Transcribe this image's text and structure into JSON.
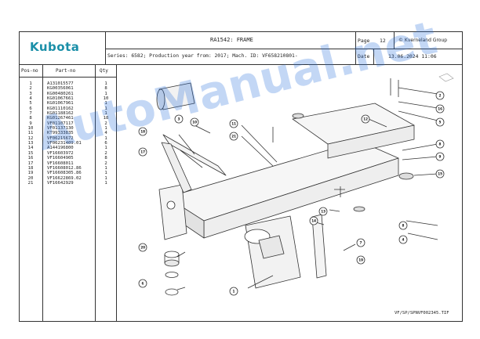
{
  "brand": "Kubota",
  "header": {
    "title": "RA1542: FRAME",
    "page_label": "Page",
    "page_number": "12",
    "copyright": "© Kverneland Group",
    "series_line": "Series: 6582; Production year from: 2017; Mach. ID: VF658210801-",
    "date_label": "Date",
    "date_value": "13.06.2024 11:06"
  },
  "table": {
    "col_pos": "Pos-no",
    "col_part": "Part-no",
    "col_qty": "Qty",
    "rows": [
      {
        "pos": "1",
        "part": "A131015577",
        "qty": "1"
      },
      {
        "pos": "2",
        "part": "KG00356061",
        "qty": "8"
      },
      {
        "pos": "3",
        "part": "KG00480261",
        "qty": "1"
      },
      {
        "pos": "4",
        "part": "KG01067661",
        "qty": "10"
      },
      {
        "pos": "5",
        "part": "KG01067961",
        "qty": "1"
      },
      {
        "pos": "6",
        "part": "KG01110162",
        "qty": "1"
      },
      {
        "pos": "7",
        "part": "KG01188162",
        "qty": "1"
      },
      {
        "pos": "8",
        "part": "KG01267461",
        "qty": "18"
      },
      {
        "pos": "9",
        "part": "VF01107117",
        "qty": "2"
      },
      {
        "pos": "10",
        "part": "VF01137130",
        "qty": "1"
      },
      {
        "pos": "11",
        "part": "KT99333835",
        "qty": "4"
      },
      {
        "pos": "12",
        "part": "VF06215672",
        "qty": "1"
      },
      {
        "pos": "13",
        "part": "VF06231409.01",
        "qty": "6"
      },
      {
        "pos": "14",
        "part": "A144196800",
        "qty": "1"
      },
      {
        "pos": "15",
        "part": "VF16603972",
        "qty": "2"
      },
      {
        "pos": "16",
        "part": "VF16604905",
        "qty": "8"
      },
      {
        "pos": "17",
        "part": "VF16608011",
        "qty": "2"
      },
      {
        "pos": "18",
        "part": "VF16608012.86",
        "qty": "1"
      },
      {
        "pos": "19",
        "part": "VF16608305.86",
        "qty": "1"
      },
      {
        "pos": "20",
        "part": "VF16622869.02",
        "qty": "1"
      },
      {
        "pos": "21",
        "part": "VF16642929",
        "qty": "1"
      }
    ]
  },
  "drawing_ref": "VF/SP/SPNVF002345.TIF",
  "watermark": "AutoManual.net",
  "callouts": [
    "2",
    "16",
    "5",
    "15",
    "12",
    "8",
    "9",
    "15",
    "11",
    "21",
    "10",
    "3",
    "18",
    "17",
    "20",
    "6",
    "13",
    "14",
    "7",
    "19",
    "1",
    "8",
    "4"
  ],
  "colors": {
    "brand": "#1a8fa8",
    "watermark": "#2e6fdc"
  }
}
